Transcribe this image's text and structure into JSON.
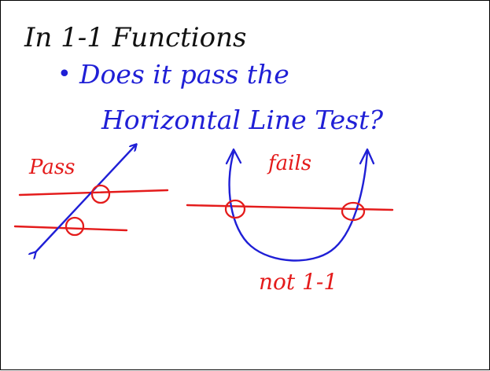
{
  "colors": {
    "black_ink": "#111111",
    "blue_ink": "#1f1fd6",
    "red_ink": "#e41b1b",
    "border": "#000000",
    "background": "#ffffff"
  },
  "slide": {
    "title": "In 1-1 Functions",
    "bullet": "•",
    "question_line1": "Does it pass the",
    "question_line2": "Horizontal Line Test?"
  },
  "examples": {
    "pass_label": "Pass",
    "fails_label": "fails",
    "not_label": "not 1-1"
  }
}
